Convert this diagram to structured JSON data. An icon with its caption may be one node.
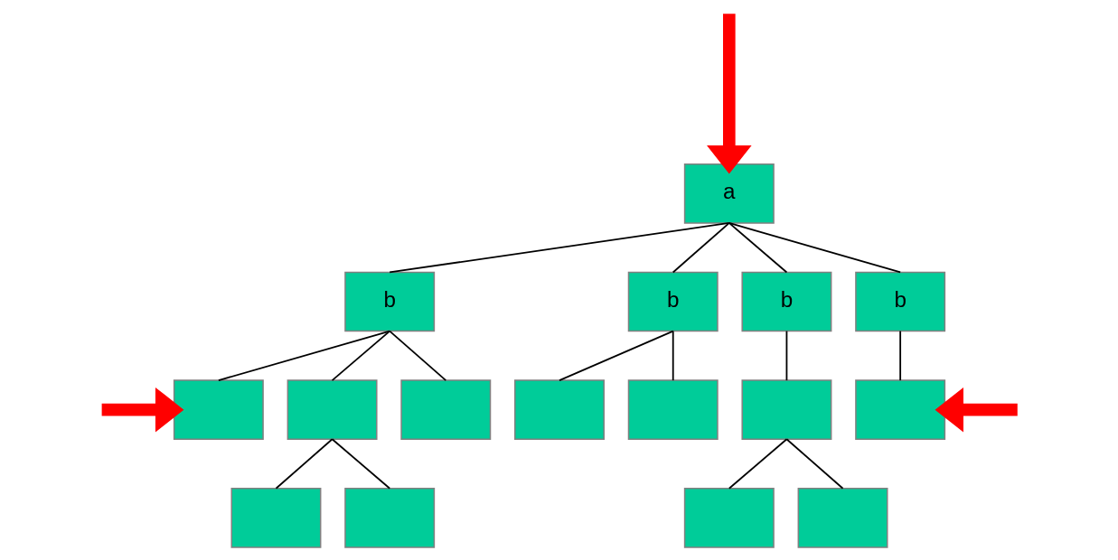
{
  "diagram": {
    "nodes": [
      {
        "text": [
          "a"
        ]
      },
      {
        "text": [
          "b"
        ]
      },
      {
        "text": [
          "b"
        ]
      },
      {
        "text": [
          "b"
        ]
      },
      {
        "text": [
          "b"
        ]
      },
      {
        "text": [],
        "shape": "box"
      },
      {
        "text": [],
        "shape": "box"
      },
      {
        "text": [],
        "shape": "box"
      },
      {
        "text": [],
        "shape": "box"
      },
      {
        "text": [],
        "shape": "box"
      },
      {
        "text": [],
        "shape": "box"
      },
      {
        "text": [],
        "shape": "box"
      },
      {
        "text": [],
        "shape": "box"
      },
      {
        "text": [],
        "shape": "box"
      },
      {
        "text": [],
        "shape": "box"
      },
      {
        "text": [],
        "shape": "box"
      }
    ],
    "edges": [
      {
        "from": null,
        "to": 0,
        "arrow": "to",
        "style": "thick",
        "color": "#ff0000"
      },
      {
        "from": 0,
        "to": 1,
        "arrow": "none"
      },
      {
        "from": 0,
        "to": 2,
        "arrow": "none"
      },
      {
        "from": 0,
        "to": 3,
        "arrow": "none"
      },
      {
        "from": 0,
        "to": 4,
        "arrow": "none"
      },
      {
        "from": 1,
        "to": 5,
        "arrow": "none"
      },
      {
        "from": 1,
        "to": 6,
        "arrow": "none"
      },
      {
        "from": 1,
        "to": 7,
        "arrow": "none"
      },
      {
        "from": 2,
        "to": 8,
        "arrow": "none"
      },
      {
        "from": 2,
        "to": 9,
        "arrow": "none"
      },
      {
        "from": 3,
        "to": 10,
        "arrow": "none"
      },
      {
        "from": 4,
        "to": 11,
        "arrow": "none"
      },
      {
        "from": 6,
        "to": 12,
        "arrow": "none"
      },
      {
        "from": 6,
        "to": 13,
        "arrow": "none"
      },
      {
        "from": 10,
        "to": 14,
        "arrow": "none"
      },
      {
        "from": 10,
        "to": 15,
        "arrow": "none"
      },
      {
        "from": null,
        "to": 5,
        "arrow": "to",
        "style": "thick",
        "color": "#ff0000"
      },
      {
        "from": null,
        "to": 11,
        "arrow": "to",
        "style": "thick",
        "color": "#ff0000"
      }
    ]
  }
}
